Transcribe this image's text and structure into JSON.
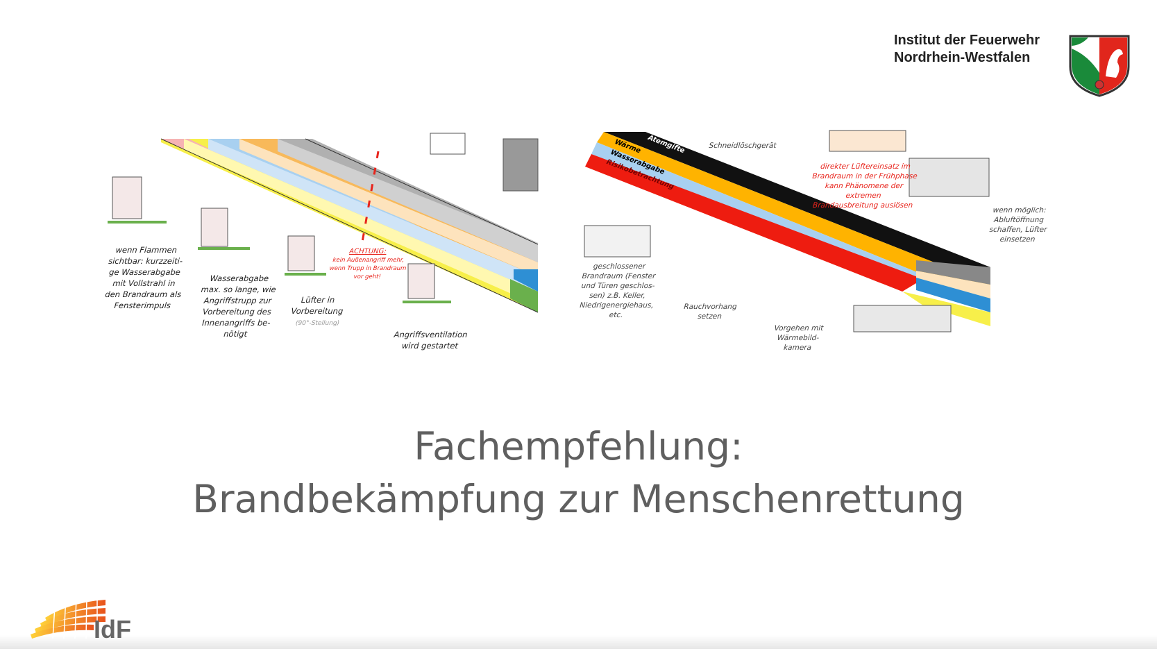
{
  "header": {
    "institute_line1": "Institut der Feuerwehr",
    "institute_line2": "Nordrhein-Westfalen",
    "crest_icon": "nrw-coat-of-arms-icon"
  },
  "left_illustration": {
    "captions": [
      "wenn Flammen\nsichtbar: kurzzeiti-\nge Wasserabgabe\nmit Vollstrahl in\nden Brandraum als\nFensterimpuls",
      "Wasserabgabe\nmax. so lange, wie\nAngriffstrupp zur\nVorbereitung des\nInnenangriffs be-\nnötigt",
      "Lüfter in\nVorbereitung",
      "Angriffsventilation\nwird gestartet"
    ],
    "fan_note": "(90°-Stellung)",
    "warning_title": "ACHTUNG:",
    "warning_text": "kein Außenangriff mehr,\nwenn Trupp in Brandraum\nvor geht!"
  },
  "right_illustration": {
    "band_labels": [
      "Atemgifte",
      "Wärme",
      "Wasserabgabe",
      "Risikobetrachtung"
    ],
    "top_note": "Schneidlöschgerät",
    "red_note": "direkter Lüftereinsatz im\nBrandraum in der Frühphase\nkann Phänomene der extremen\nBrandausbreitung auslösen",
    "captions": [
      "geschlossener\nBrandraum (Fenster\nund Türen geschlos-\nsen) z.B. Keller,\nNiedrigenergiehaus,\netc.",
      "Rauchvorhang\nsetzen",
      "Vorgehen mit\nWärmebild-\nkamera",
      "wenn möglich:\nAbluftöffnung\nschaffen, Lüfter\neinsetzen"
    ]
  },
  "title": {
    "line1": "Fachempfehlung:",
    "line2": "Brandbekämpfung zur Menschenrettung"
  },
  "footer": {
    "logo_text": "IdF"
  },
  "colors": {
    "yellow": "#f7ef4a",
    "blue": "#a8d0f0",
    "orange": "#f8b95a",
    "gray": "#9a9a9a",
    "black": "#111111",
    "red": "#ee1c10",
    "green": "#6ab04c",
    "title": "#5f5f5f"
  }
}
